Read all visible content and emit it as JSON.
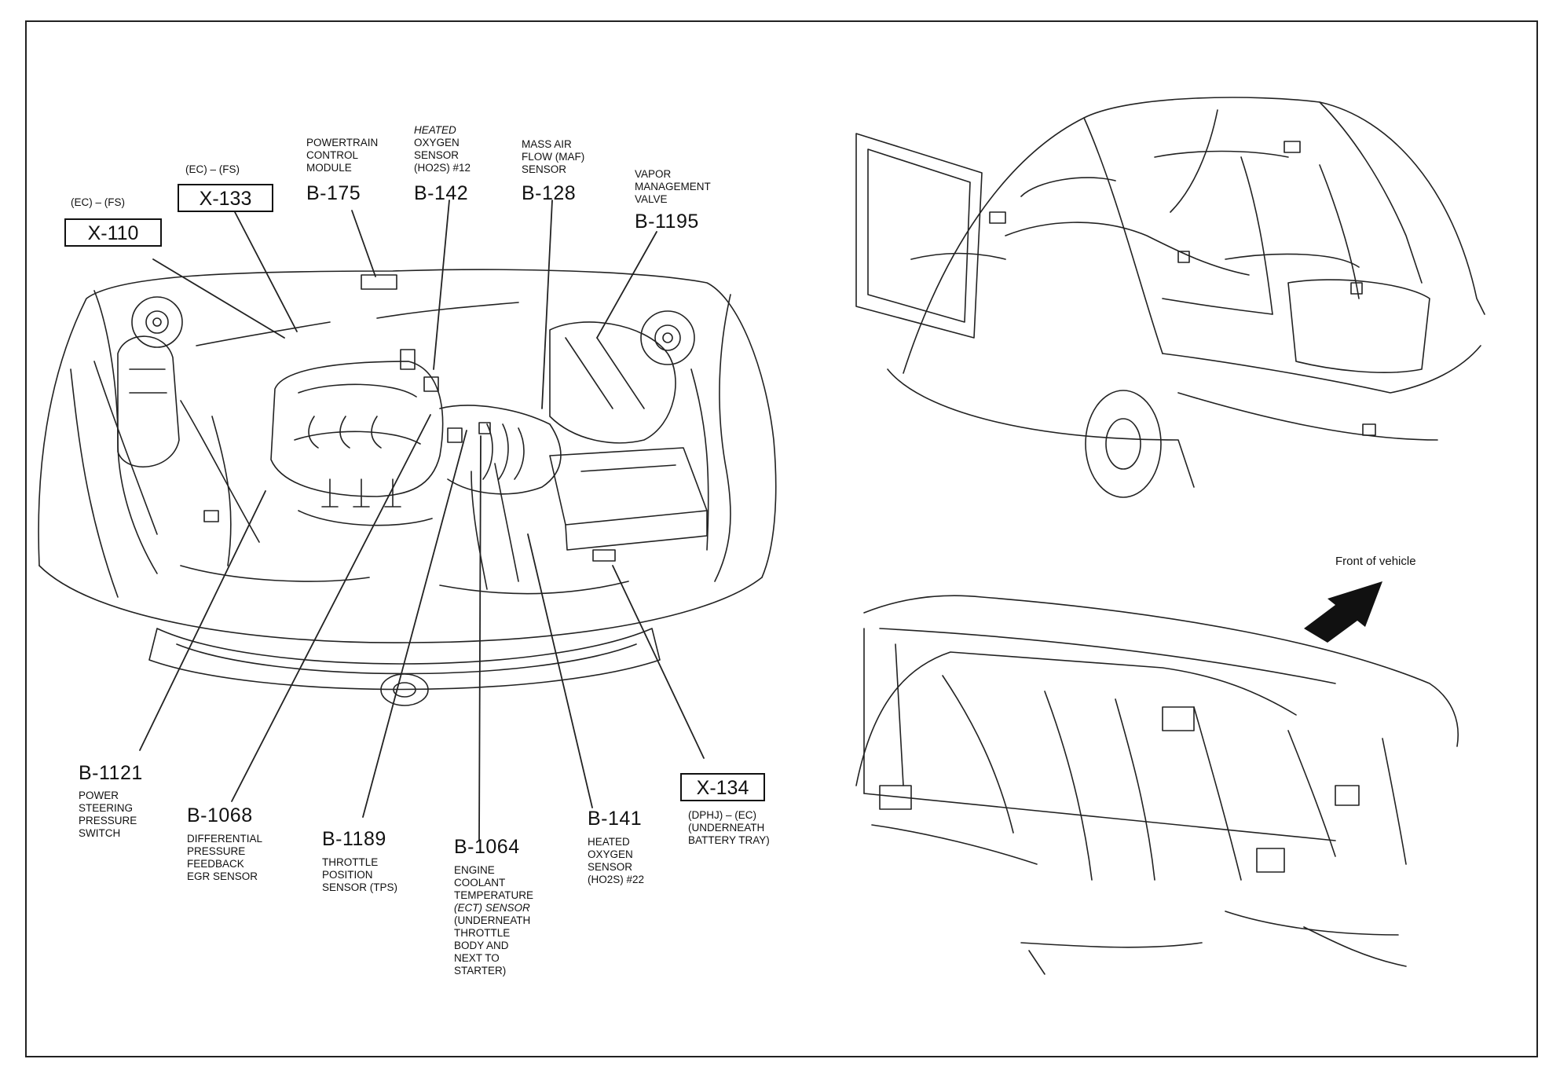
{
  "labels": {
    "x110": {
      "code": "X-110",
      "sub": "(EC) – (FS)"
    },
    "x133": {
      "code": "X-133",
      "sub": "(EC) – (FS)"
    },
    "b175": {
      "code": "B-175",
      "desc": [
        "POWERTRAIN",
        "CONTROL",
        "MODULE"
      ]
    },
    "b142": {
      "code": "B-142",
      "desc": [
        "HEATED",
        "OXYGEN",
        "SENSOR",
        "(HO2S) #12"
      ]
    },
    "b128": {
      "code": "B-128",
      "desc": [
        "MASS AIR",
        "FLOW (MAF)",
        "SENSOR"
      ]
    },
    "b1195": {
      "code": "B-1195",
      "desc": [
        "VAPOR",
        "MANAGEMENT",
        "VALVE"
      ]
    },
    "b1121": {
      "code": "B-1121",
      "desc": [
        "POWER",
        "STEERING",
        "PRESSURE",
        "SWITCH"
      ]
    },
    "b1068": {
      "code": "B-1068",
      "desc": [
        "DIFFERENTIAL",
        "PRESSURE",
        "FEEDBACK",
        "EGR SENSOR"
      ]
    },
    "b1189": {
      "code": "B-1189",
      "desc": [
        "THROTTLE",
        "POSITION",
        "SENSOR (TPS)"
      ]
    },
    "b1064": {
      "code": "B-1064",
      "desc": [
        "ENGINE",
        "COOLANT",
        "TEMPERATURE",
        "(ECT) SENSOR",
        "(UNDERNEATH",
        "THROTTLE",
        "BODY AND",
        "NEXT TO",
        "STARTER)"
      ]
    },
    "b141": {
      "code": "B-141",
      "desc": [
        "HEATED",
        "OXYGEN",
        "SENSOR",
        "(HO2S) #22"
      ]
    },
    "x134": {
      "code": "X-134",
      "desc": [
        "(DPHJ) – (EC)",
        "(UNDERNEATH",
        "BATTERY TRAY)"
      ]
    }
  },
  "front_of_vehicle": "Front of vehicle"
}
